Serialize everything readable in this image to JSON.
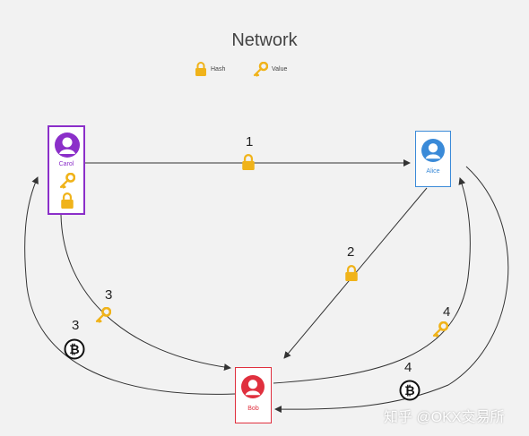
{
  "title": "Network",
  "legend": {
    "hash_label": "Hash",
    "value_label": "Value"
  },
  "nodes": {
    "carol": {
      "name": "Carol",
      "color": "#8b2fc9"
    },
    "alice": {
      "name": "Alice",
      "color": "#3a8ad8"
    },
    "bob": {
      "name": "Bob",
      "color": "#e0303e"
    }
  },
  "steps": {
    "s1": "1",
    "s2": "2",
    "s3a": "3",
    "s3b": "3",
    "s4a": "4",
    "s4b": "4"
  },
  "colors": {
    "lock": "#f0b31a",
    "key": "#f0b31a",
    "arrow": "#333333"
  },
  "watermark": "知乎 @OKX交易所"
}
